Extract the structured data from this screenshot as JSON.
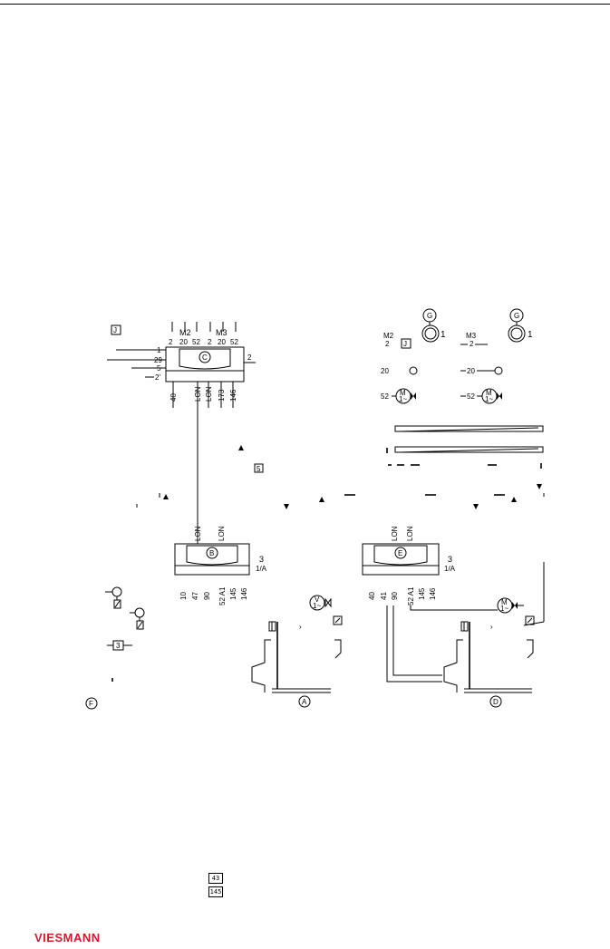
{
  "colors": {
    "ink": "#000000",
    "brand_red": "#d2182d",
    "background": "#ffffff"
  },
  "brand": {
    "logo_text": "VIESMANN"
  },
  "controller_c": {
    "letter": "C",
    "top_groups": {
      "m2": "M2",
      "m3": "M3"
    },
    "top_pins": [
      "2",
      "20",
      "52",
      "2",
      "20",
      "52"
    ],
    "left_pins": [
      "1",
      "29",
      "5",
      "2'"
    ],
    "right_pin": "2",
    "bottom_pins": [
      "40",
      "LON",
      "LON",
      "173",
      "146"
    ],
    "marker": "J"
  },
  "right_group": {
    "m2_label": "M2",
    "m2_sub": "2",
    "m3_label": "M3",
    "m3_sub": "2",
    "gauge_letter": "G",
    "gauge_num": "1",
    "row2_pin": "20",
    "row3_pin": "52",
    "pump_letter": "M",
    "pump_sub": "1~",
    "marker": "J"
  },
  "module_b": {
    "letter": "B",
    "lon_labels": [
      "LON",
      "LON"
    ],
    "side_top": "3",
    "side_bottom": "1/A",
    "bottom_pins": [
      "10",
      "47",
      "90",
      "52 A1",
      "145",
      "146"
    ]
  },
  "module_e": {
    "letter": "E",
    "lon_labels": [
      "LON",
      "LON"
    ],
    "side_top": "3",
    "side_bottom": "1/A",
    "bottom_pins": [
      "40",
      "41",
      "90",
      "52 A1",
      "145",
      "146"
    ]
  },
  "boilers": {
    "a_label": "A",
    "d_label": "D",
    "f_label": "F",
    "valve_letter": "V",
    "valve_sub": "1~",
    "pump_letter": "M",
    "pump_sub": "1~"
  },
  "misc": {
    "marker_5": "5",
    "marker_3": "3"
  },
  "legend": {
    "item1": "43",
    "item2": "145"
  }
}
